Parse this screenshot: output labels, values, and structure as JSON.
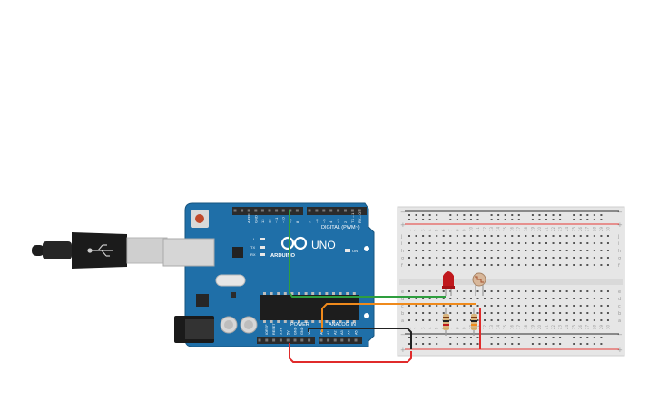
{
  "colors": {
    "canvas": "#ffffff",
    "board": "#1f6fa8",
    "board_edge": "#17557f",
    "header": "#2b2b2b",
    "breadboard": "#e6e6e6",
    "breadboard_edge": "#cfcfcf",
    "rail_red": "#e53935",
    "rail_blue": "#2f2f2f",
    "wire_green": "#2e9e3e",
    "wire_orange": "#ef8a1c",
    "wire_black": "#222222",
    "wire_red": "#e02b2b",
    "led": "#c0181d",
    "usb_cable": "#1e1e1e",
    "usb_metal": "#cfcfcf"
  },
  "arduino": {
    "brand": "ARDUINO",
    "model": "UNO",
    "digital_label": "DIGITAL (PWM~)",
    "power_label": "POWER",
    "analog_label": "ANALOG IN",
    "on_label": "ON",
    "tx_label": "TX",
    "rx_label": "RX",
    "l_label": "L",
    "top_pins": [
      "AREF",
      "GND",
      "13",
      "12",
      "~11",
      "~10",
      "~9",
      "8",
      "7",
      "~6",
      "~5",
      "4",
      "~3",
      "2",
      "TX→1",
      "RX←0"
    ],
    "bottom_pins": [
      "IOREF",
      "RESET",
      "3.3V",
      "5V",
      "GND",
      "GND",
      "Vin",
      "A0",
      "A1",
      "A2",
      "A3",
      "A4",
      "A5"
    ]
  },
  "breadboard": {
    "rail_minus": "−",
    "rail_plus": "+",
    "row_letters_top": [
      "j",
      "i",
      "h",
      "g",
      "f"
    ],
    "row_letters_bottom": [
      "e",
      "d",
      "c",
      "b",
      "a"
    ]
  }
}
